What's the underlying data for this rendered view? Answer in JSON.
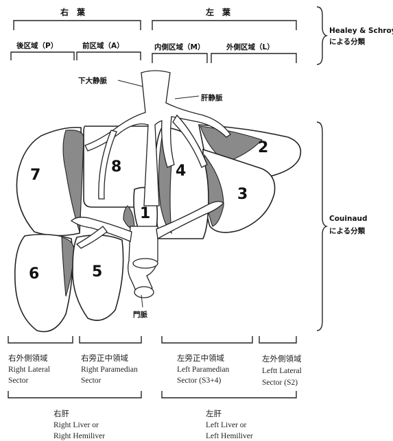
{
  "top": {
    "right_lobe": "右　葉",
    "left_lobe": "左　葉",
    "posterior_area": "後区域（P）",
    "anterior_area": "前区域（A）",
    "medial_area": "内側区域（M）",
    "lateral_area": "外側区域（L）"
  },
  "side": {
    "healey_line1": "Healey & Schroy",
    "healey_line2": "による分類",
    "couinaud_line1": "Couinaud",
    "couinaud_line2": "による分類"
  },
  "diagram": {
    "ivc_label": "下大静脈",
    "hepatic_vein_label": "肝静脈",
    "portal_vein_label": "門脈",
    "segments": [
      "1",
      "2",
      "3",
      "4",
      "5",
      "6",
      "7",
      "8"
    ]
  },
  "bottom": {
    "right_lateral": [
      "右外側領域",
      "Right Lateral",
      "Sector"
    ],
    "right_paramedian": [
      "右旁正中領域",
      "Right Paramedian",
      "Sector"
    ],
    "left_paramedian": [
      "左旁正中領域",
      "Left Paramedian",
      "Sector (S3+4)"
    ],
    "left_lateral": [
      "左外側領域",
      "Leftt Lateral",
      "Sector (S2)"
    ],
    "right_liver": [
      "右肝",
      "Right Liver or",
      "Right Hemiliver"
    ],
    "left_liver": [
      "左肝",
      "Left Liver or",
      "Left Hemiliver"
    ]
  }
}
